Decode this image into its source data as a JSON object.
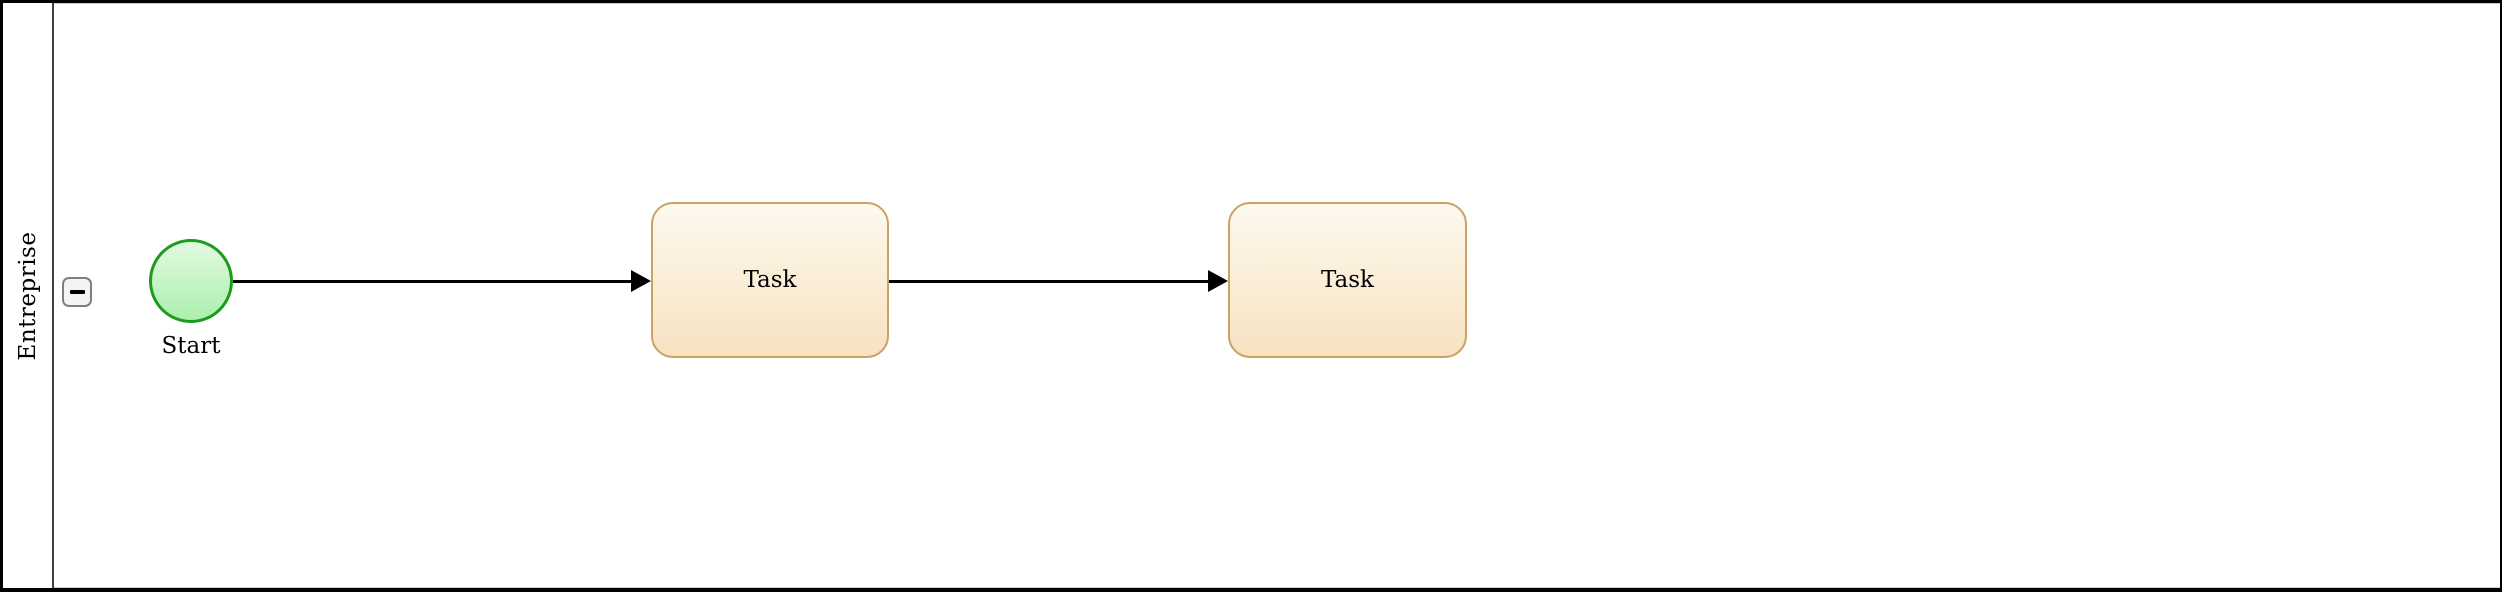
{
  "pool": {
    "lane": {
      "label": "Entreprise",
      "collapse_button": {
        "icon": "minus-icon"
      }
    },
    "nodes": [
      {
        "type": "start-event",
        "label": "Start"
      },
      {
        "type": "task",
        "label": "Task"
      },
      {
        "type": "task",
        "label": "Task"
      }
    ],
    "connectors": [
      {
        "from": "start-event",
        "to": "task-1",
        "style": "solid-arrow"
      },
      {
        "from": "task-1",
        "to": "task-2",
        "style": "solid-arrow"
      }
    ],
    "colors": {
      "pool_border": "#000000",
      "lane_divider": "#404040",
      "start_event_stroke": "#1e9b1e",
      "start_event_fill_top": "#e2fae2",
      "start_event_fill_bottom": "#acefac",
      "task_stroke": "#c9a264",
      "task_fill_top": "#fdf9ee",
      "task_fill_bottom": "#f8e2c1",
      "connector": "#000000"
    }
  }
}
